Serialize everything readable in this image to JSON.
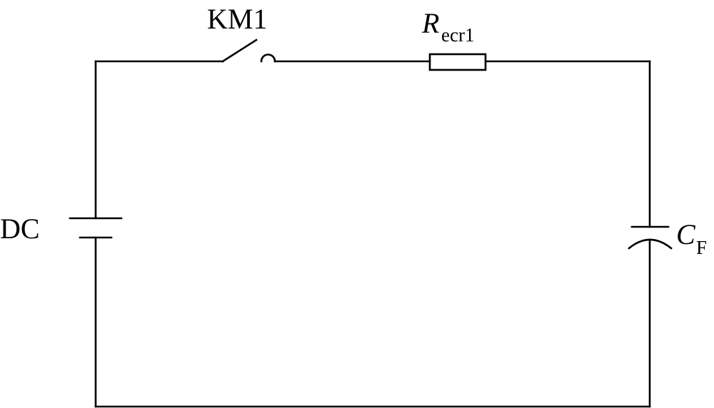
{
  "diagram": {
    "type": "circuit",
    "components": {
      "source": {
        "label": "DC"
      },
      "switch": {
        "label": "KM1"
      },
      "resistor": {
        "label_main": "R",
        "label_sub": "ecr1"
      },
      "capacitor": {
        "label_main": "C",
        "label_sub": "F"
      }
    },
    "colors": {
      "line": "#000000",
      "background": "#ffffff"
    }
  }
}
